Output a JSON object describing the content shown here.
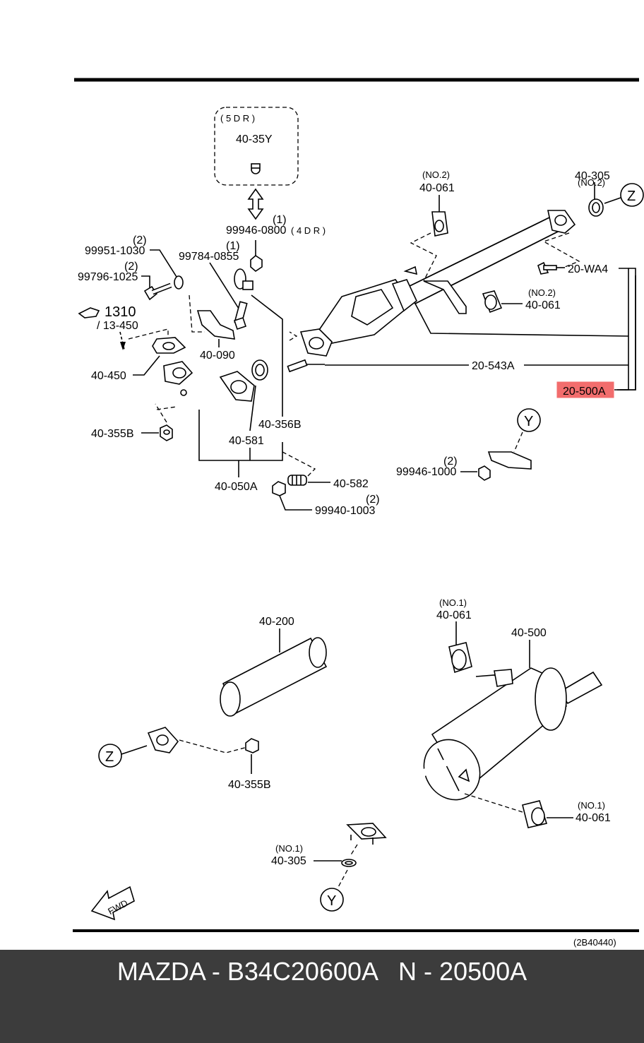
{
  "labels": {
    "variant_5dr": "( 5 D R )",
    "p40_35y": "40-35Y",
    "p99946_0800_qty": "(1)",
    "p99946_0800": "99946-0800",
    "variant_4dr": "( 4 D R )",
    "p99951_1030_qty": "(2)",
    "p99951_1030": "99951-1030",
    "p99796_1025_qty": "(2)",
    "p99796_1025": "99796-1025",
    "p99784_0855_qty": "(1)",
    "p99784_0855": "99784-0855",
    "ref_1310": "1310",
    "ref_13_450": "/ 13-450",
    "p40_090": "40-090",
    "p40_450": "40-450",
    "p40_355b_top": "40-355B",
    "p40_356b": "40-356B",
    "p40_581": "40-581",
    "p40_050a": "40-050A",
    "p40_582": "40-582",
    "p99940_1003_qty": "(2)",
    "p99940_1003": "99940-1003",
    "p40_061_top_no": "(NO.2)",
    "p40_061_top": "40-061",
    "p40_305_top_no": "(NO.2)",
    "p40_305_top": "40-305",
    "z_top": "Z",
    "p20_wa4": "20-WA4",
    "p40_061_mid_no": "(NO.2)",
    "p40_061_mid": "40-061",
    "p20_543a": "20-543A",
    "p20_500a": "20-500A",
    "y_top": "Y",
    "p99946_1000_qty": "(2)",
    "p99946_1000": "99946-1000",
    "p40_200": "40-200",
    "p40_061_low_no": "(NO.1)",
    "p40_061_low": "40-061",
    "p40_500": "40-500",
    "z_bottom": "Z",
    "p40_355b_bottom": "40-355B",
    "p40_061_bottom_no": "(NO.1)",
    "p40_061_bottom": "40-061",
    "p40_305_bottom_no": "(NO.1)",
    "p40_305_bottom": "40-305",
    "y_bottom": "Y",
    "fwd": "FWD",
    "diagram_code": "(2B40440)"
  },
  "highlight_color": "#f26d6d",
  "footer": {
    "text": "MAZDA - B34C20600A   N - 20500A"
  }
}
